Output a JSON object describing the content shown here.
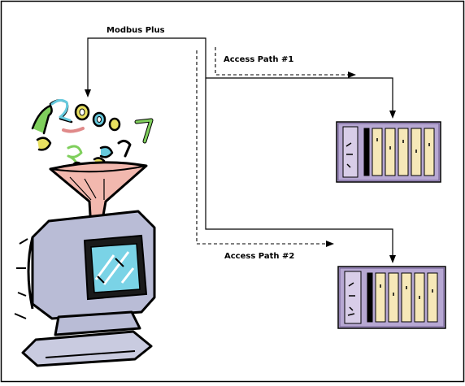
{
  "diagram": {
    "network_label": "Modbus Plus",
    "paths": [
      {
        "label": "Access Path #1"
      },
      {
        "label": "Access Path #2"
      }
    ],
    "colors": {
      "monitor_body": "#b9bcd6",
      "monitor_screen": "#7ad3e6",
      "funnel": "#f2b8ae",
      "plc_body": "#b7a8d3",
      "plc_slot": "#f6e8b8",
      "digit_green": "#7fcf5c",
      "digit_yellow": "#e8e060",
      "digit_cyan": "#66c9dd",
      "digit_pink": "#e08a8a"
    },
    "icons": [
      "computer-funnel-icon",
      "plc-rack-icon",
      "plc-rack-icon"
    ]
  }
}
